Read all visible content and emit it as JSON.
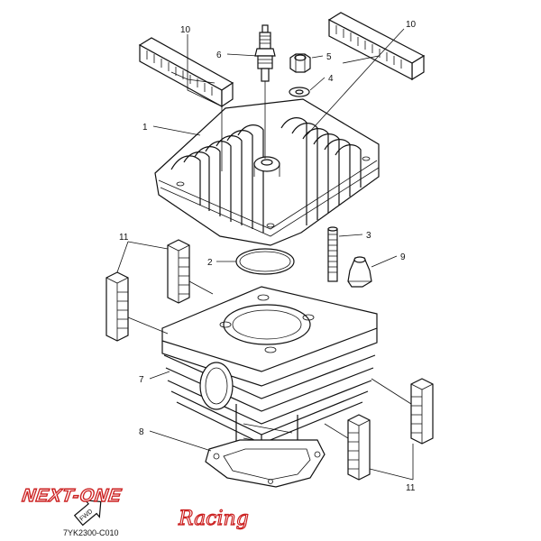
{
  "diagram": {
    "part_numbers": {
      "p1": "1",
      "p2": "2",
      "p3": "3",
      "p4": "4",
      "p5": "5",
      "p6": "6",
      "p7": "7",
      "p8": "8",
      "p9": "9",
      "p10_left": "10",
      "p10_right": "10",
      "p11_left": "11",
      "p11_right": "11"
    },
    "direction_marker": "FWD",
    "drawing_code": "7YK2300-C010"
  },
  "watermark": {
    "line1": "NEXT-ONE",
    "line2": "Racing",
    "color": "#cc2222"
  }
}
